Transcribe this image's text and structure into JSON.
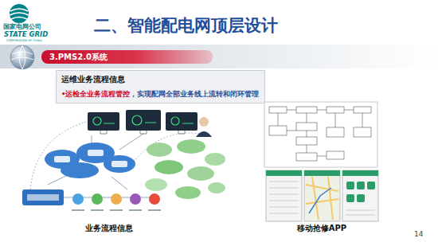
{
  "diagram": {
    "title": "二、智能配电网顶层设计",
    "nodes": [
      {
        "text": [
          "3.PMS2.0系统"
        ]
      },
      {
        "text": [
          "运维业务流程信息",
          "•运检全业务流程管控",
          "，实现配网全部业务线上流转和闭环管理"
        ]
      }
    ],
    "labels": [
      "国家电网公司",
      "STATE GRID",
      "CORPORATION OF CHINA",
      "业务流程信息",
      "移动抢修APP",
      "14"
    ]
  }
}
